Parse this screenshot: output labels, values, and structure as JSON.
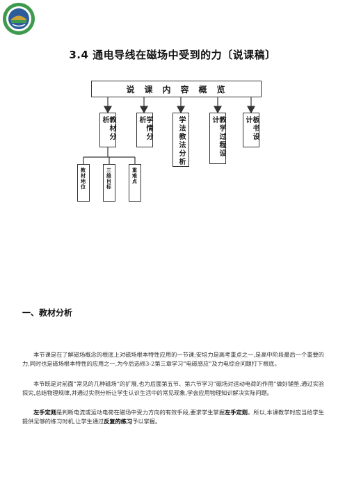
{
  "header": {
    "logo": "school-seal"
  },
  "title": "3.4  通电导线在磁场中受到的力〔说课稿〕",
  "diagram": {
    "overview": [
      "说",
      "课",
      "内",
      "容",
      "概",
      "览"
    ],
    "boxes": [
      "教材分析",
      "学情分析",
      "学法教法分析",
      "教学过程设计",
      "板书设计"
    ],
    "subboxes": [
      "教材地位",
      "三维目标",
      "重难点"
    ]
  },
  "section1": {
    "heading": "一、教材分析",
    "p1": "本节课是在了解磁场概念的根底上对磁场根本特性应用的一节课;安培力是高考重点之一,是高中阶段最后一个重要的力,同时也是磁场根本特性的应用之一,为今后选修3-2第三章学习“电磁感应”及力电综合问题打下根底。",
    "p2": "本节既是对前面“常见的几种磁场”的扩展,也为后面第五节、第六节学习“磁场对运动电荷的作用”做好铺垫,通过实验探究,总结物理规律,并通过实例分析让学生认识生活中的常见现象,学会应用物理知识解决实际问题。",
    "p3_a": "左手定则",
    "p3_b": "是判断电流或运动电荷在磁场中受力方向的有效手段,要求学生掌握",
    "p3_c": "左手定则",
    "p3_d": "。所以,本课教学时应当给学生提供足够的练习时机,让学生通过",
    "p3_e": "反复的练习",
    "p3_f": "予以掌握。"
  },
  "colors": {
    "seal_green": "#3f9a4e",
    "seal_blue": "#2c5d9a",
    "seal_gold": "#c9a23a"
  }
}
